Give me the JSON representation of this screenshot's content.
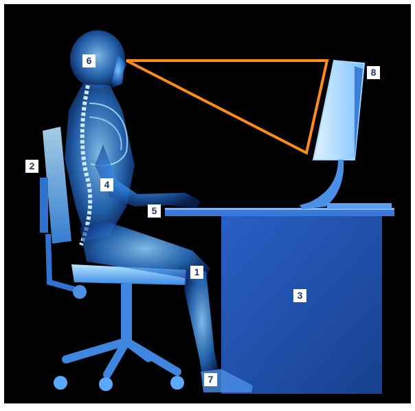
{
  "markers": [
    {
      "id": "1",
      "label": "1"
    },
    {
      "id": "2",
      "label": "2"
    },
    {
      "id": "3",
      "label": "3"
    },
    {
      "id": "4",
      "label": "4"
    },
    {
      "id": "5",
      "label": "5"
    },
    {
      "id": "6",
      "label": "6"
    },
    {
      "id": "7",
      "label": "7"
    },
    {
      "id": "8",
      "label": "8"
    }
  ],
  "colors": {
    "background": "#000000",
    "frame": "#ffffff",
    "skeleton_glow": "#5aa8ff",
    "desk": "#1f4fae",
    "sightline": "#ff8c1a",
    "marker_bg": "#ffffff",
    "marker_text": "#1a3a6b"
  },
  "icons": [
    "monitor-icon",
    "desk-icon",
    "office-chair-icon",
    "seated-figure-icon",
    "sightline-icon"
  ]
}
